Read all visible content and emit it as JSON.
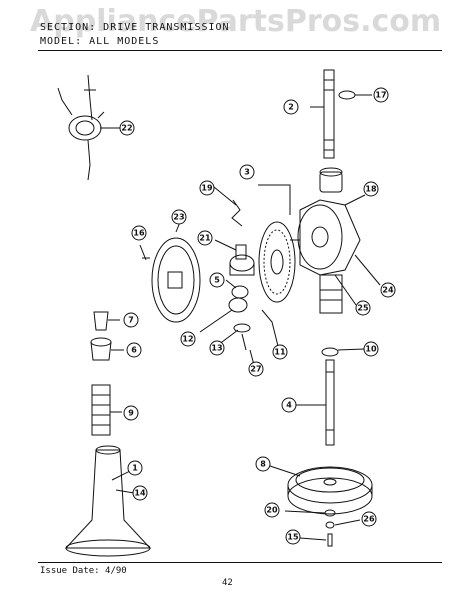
{
  "watermark": "AppliancePartsPros.com",
  "header": {
    "section_line": "SECTION: DRIVE TRANSMISSION",
    "model_line": "MODEL: ALL MODELS"
  },
  "footer": {
    "issue": "Issue Date: 4/90",
    "page": "42"
  },
  "callouts": [
    "1",
    "2",
    "3",
    "4",
    "5",
    "6",
    "7",
    "8",
    "9",
    "10",
    "11",
    "12",
    "13",
    "14",
    "15",
    "16",
    "17",
    "18",
    "19",
    "20",
    "21",
    "22",
    "23",
    "24",
    "25",
    "26",
    "27"
  ]
}
